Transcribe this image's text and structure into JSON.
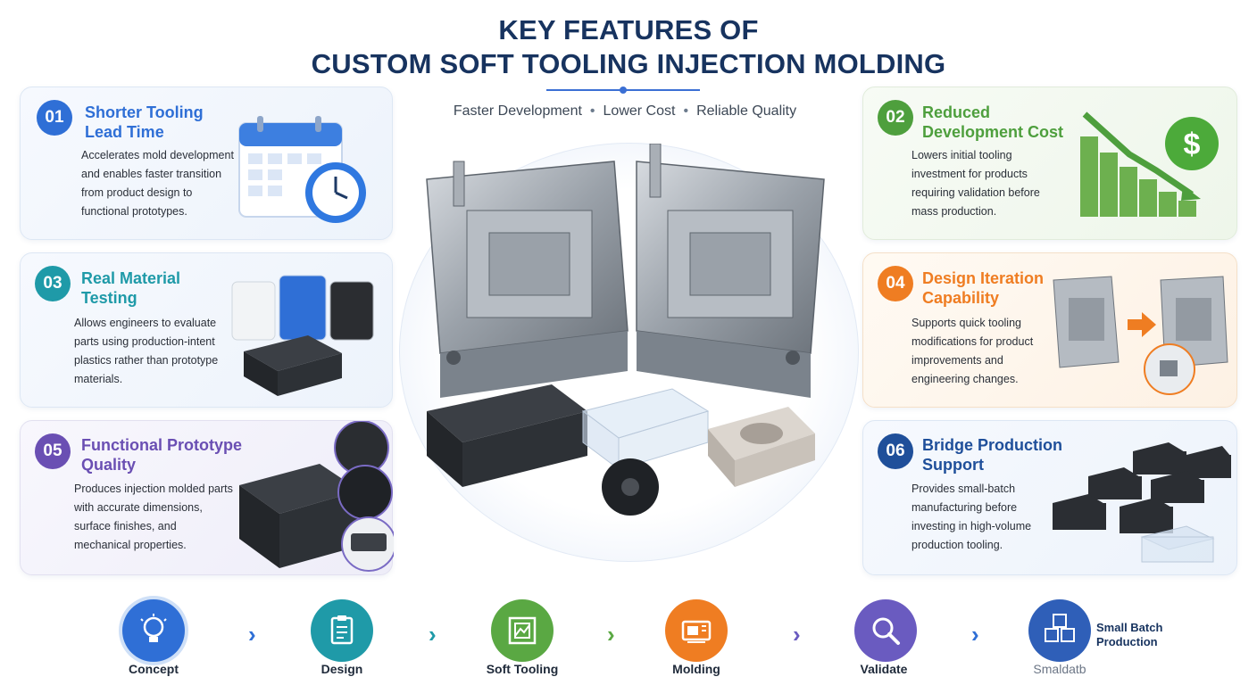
{
  "header": {
    "title_line1": "KEY FEATURES OF",
    "title_line2": "CUSTOM SOFT TOOLING INJECTION MOLDING",
    "subtitle_items": [
      "Faster Development",
      "Lower Cost",
      "Reliable Quality"
    ]
  },
  "features": [
    {
      "num": "01",
      "title": "Shorter Tooling\nLead Time",
      "desc": "Accelerates mold development\nand enables faster transition\nfrom product design to\nfunctional prototypes.",
      "icon": "calendar-clock-icon",
      "color": "#2f6fd6"
    },
    {
      "num": "02",
      "title": "Reduced\nDevelopment Cost",
      "desc": "Lowers initial tooling\ninvestment for products\nrequiring validation before\nmass production.",
      "icon": "cost-down-chart-icon",
      "color": "#4e9f3d"
    },
    {
      "num": "03",
      "title": "Real Material\nTesting",
      "desc": "Allows engineers to evaluate\nparts using production-intent\nplastics rather than prototype\nmaterials.",
      "icon": "pellet-jars-icon",
      "color": "#1f9aa8"
    },
    {
      "num": "04",
      "title": "Design Iteration\nCapability",
      "desc": "Supports quick tooling\nmodifications for product\nimprovements and\nengineering changes.",
      "icon": "mold-iteration-icon",
      "color": "#ef7d22"
    },
    {
      "num": "05",
      "title": "Functional Prototype\nQuality",
      "desc": "Produces injection molded parts\nwith accurate dimensions,\nsurface finishes, and\nmechanical properties.",
      "icon": "caliper-part-icon",
      "color": "#6a4fb3"
    },
    {
      "num": "06",
      "title": "Bridge Production\nSupport",
      "desc": "Provides small-batch\nmanufacturing before\ninvesting in high-volume\nproduction tooling.",
      "icon": "batch-parts-icon",
      "color": "#1f4f9a"
    }
  ],
  "process": {
    "steps": [
      {
        "label": "Concept",
        "icon": "lightbulb-icon",
        "color": "#2f6fd6"
      },
      {
        "label": "Design",
        "icon": "clipboard-icon",
        "color": "#1f9aa8"
      },
      {
        "label": "Soft Tooling",
        "icon": "mold-icon",
        "color": "#5aa843"
      },
      {
        "label": "Molding",
        "icon": "machine-icon",
        "color": "#ef7d22"
      },
      {
        "label": "Validate",
        "icon": "magnifier-icon",
        "color": "#6a5bc0"
      },
      {
        "label": "Smaldatb",
        "icon": "cubes-icon",
        "color": "#2f5fb8"
      }
    ],
    "last_step_caption": "Small Batch\nProduction"
  }
}
